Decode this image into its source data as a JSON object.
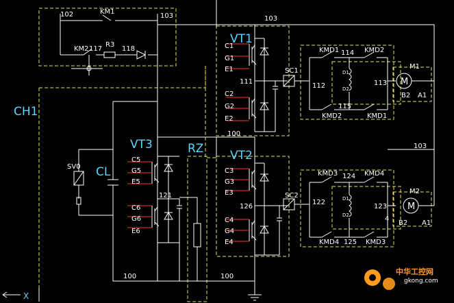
{
  "labels": {
    "n102": "102",
    "km1": "KM1",
    "n103a": "103",
    "n103b": "103",
    "n103c": "103",
    "km2": "KM2",
    "n117": "117",
    "r3": "R3",
    "n118": "118",
    "ch1": "CH1",
    "cl": "CL",
    "sv0": "SV0",
    "vt1": "VT1",
    "vt2": "VT2",
    "vt3": "VT3",
    "rz": "RZ",
    "c1": "C1",
    "g1": "G1",
    "e1": "E1",
    "c2": "C2",
    "g2": "G2",
    "e2": "E2",
    "c3": "C3",
    "g3": "G3",
    "e3": "E3",
    "c4": "C4",
    "g4": "G4",
    "e4": "E4",
    "c5": "C5",
    "g5": "G5",
    "e5": "E5",
    "c6": "C6",
    "g6": "G6",
    "e6": "E6",
    "n111": "111",
    "n112": "112",
    "n113": "113",
    "n114": "114",
    "n115": "115",
    "n100a": "100",
    "n100b": "100",
    "n100c": "100",
    "n121": "121",
    "n126": "126",
    "n122": "122",
    "n123": "123",
    "n124": "124",
    "n125": "125",
    "sc1": "SC1",
    "sc2": "SC2",
    "kmd1a": "KMD1",
    "kmd2a": "KMD2",
    "kmd2b": "KMD2",
    "kmd1b": "KMD1",
    "kmd3a": "KMD3",
    "kmd4a": "KMD4",
    "kmd4b": "KMD4",
    "kmd3b": "KMD3",
    "m1": "M1",
    "m2": "M2",
    "motor1": "M",
    "motor2": "M",
    "b2a": "B2",
    "a1a": "A1",
    "b2b": "B2",
    "a1b": "A1",
    "d1a": "D1",
    "d2a": "D2",
    "d1b": "D1",
    "d2b": "D2",
    "n4": "4",
    "x": "X"
  },
  "watermark": {
    "title": "中华工控网",
    "url": "gkong.com"
  },
  "colors": {
    "background": "#000000",
    "wire": "#ffffff",
    "boundary": "#e8e05a",
    "gate": "#ff3030",
    "label": "#5ad2ff",
    "watermark": "#ff9a1a"
  }
}
